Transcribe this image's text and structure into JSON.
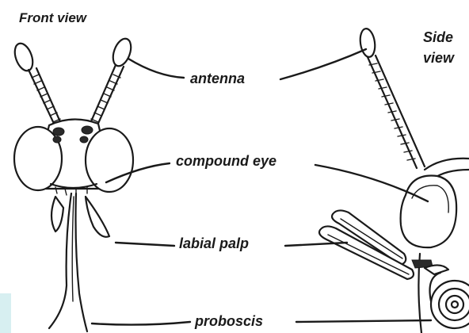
{
  "views": {
    "front": "Front view",
    "side_line1": "Side",
    "side_line2": "view"
  },
  "labels": {
    "antenna": "antenna",
    "compound_eye": "compound eye",
    "labial_palp": "labial palp",
    "proboscis": "proboscis"
  },
  "colors": {
    "ink": "#1a1a1a",
    "background": "#ffffff",
    "edge_tint": "#d7eff1"
  }
}
